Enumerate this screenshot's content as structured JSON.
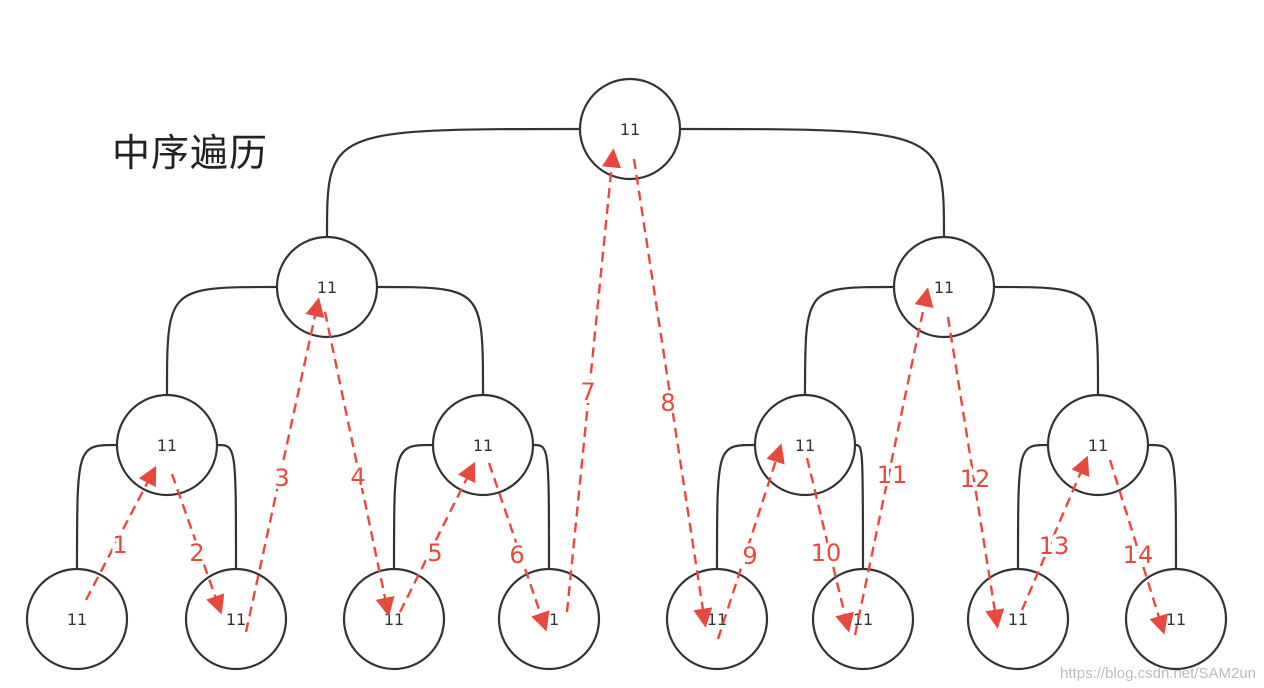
{
  "title": "中序遍历",
  "watermark": "https://blog.csdn.net/SAM2un",
  "colors": {
    "node_stroke": "#333333",
    "arrow": "#e8493f",
    "text": "#333333"
  },
  "nodes": [
    {
      "id": "n0",
      "label": "11"
    },
    {
      "id": "n1",
      "label": "11"
    },
    {
      "id": "n2",
      "label": "11"
    },
    {
      "id": "n3",
      "label": "11"
    },
    {
      "id": "n4",
      "label": "11"
    },
    {
      "id": "n5",
      "label": "11"
    },
    {
      "id": "n6",
      "label": "11"
    },
    {
      "id": "n7",
      "label": "11"
    },
    {
      "id": "n8",
      "label": "11"
    },
    {
      "id": "n9",
      "label": "11"
    },
    {
      "id": "n10",
      "label": "11"
    },
    {
      "id": "n11",
      "label": "11"
    },
    {
      "id": "n12",
      "label": "11"
    },
    {
      "id": "n13",
      "label": "11"
    },
    {
      "id": "n14",
      "label": "11"
    }
  ],
  "edges": [
    [
      "n0",
      "n1"
    ],
    [
      "n0",
      "n2"
    ],
    [
      "n1",
      "n3"
    ],
    [
      "n1",
      "n4"
    ],
    [
      "n2",
      "n5"
    ],
    [
      "n2",
      "n6"
    ],
    [
      "n3",
      "n7"
    ],
    [
      "n3",
      "n8"
    ],
    [
      "n4",
      "n9"
    ],
    [
      "n4",
      "n10"
    ],
    [
      "n5",
      "n11"
    ],
    [
      "n5",
      "n12"
    ],
    [
      "n6",
      "n13"
    ],
    [
      "n6",
      "n14"
    ]
  ],
  "steps": [
    {
      "label": "1"
    },
    {
      "label": "2"
    },
    {
      "label": "3"
    },
    {
      "label": "4"
    },
    {
      "label": "5"
    },
    {
      "label": "6"
    },
    {
      "label": "7"
    },
    {
      "label": "8"
    },
    {
      "label": "9"
    },
    {
      "label": "10"
    },
    {
      "label": "11"
    },
    {
      "label": "12"
    },
    {
      "label": "13"
    },
    {
      "label": "14"
    }
  ]
}
